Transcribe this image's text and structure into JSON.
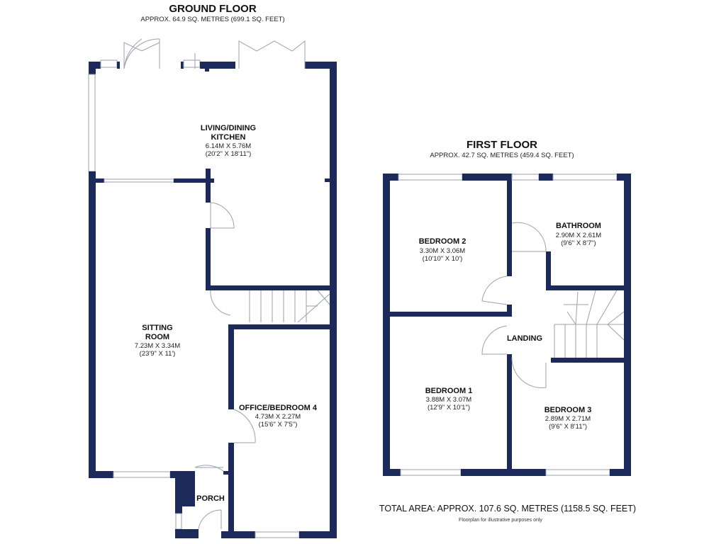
{
  "colors": {
    "wall": "#1b2a5a",
    "fixture": "#9aa0ad",
    "background": "#ffffff"
  },
  "ground_floor": {
    "title": "GROUND FLOOR",
    "area": "APPROX. 64.9 SQ. METRES (699.1 SQ. FEET)",
    "rooms": [
      {
        "name": "LIVING/DINING",
        "name2": "KITCHEN",
        "metric": "6.14M X 5.76M",
        "imperial": "(20'2\" X 18'11\")"
      },
      {
        "name": "SITTING",
        "name2": "ROOM",
        "metric": "7.23M X 3.34M",
        "imperial": "(23'9\" X 11')"
      },
      {
        "name": "OFFICE/BEDROOM 4",
        "metric": "4.73M X 2.27M",
        "imperial": "(15'6\" X 7'5\")"
      },
      {
        "name": "PORCH"
      }
    ]
  },
  "first_floor": {
    "title": "FIRST FLOOR",
    "area": "APPROX. 42.7 SQ. METRES (459.4 SQ. FEET)",
    "rooms": [
      {
        "name": "BEDROOM 2",
        "metric": "3.30M X 3.06M",
        "imperial": "(10'10\" X 10')"
      },
      {
        "name": "BATHROOM",
        "metric": "2.90M X 2.61M",
        "imperial": "(9'6\" X 8'7\")"
      },
      {
        "name": "LANDING"
      },
      {
        "name": "BEDROOM 1",
        "metric": "3.88M X 3.07M",
        "imperial": "(12'9\" X 10'1\")"
      },
      {
        "name": "BEDROOM 3",
        "metric": "2.89M X 2.71M",
        "imperial": "(9'6\" X 8'11\")"
      }
    ]
  },
  "total_area": "TOTAL AREA: APPROX. 107.6 SQ. METRES (1158.5 SQ. FEET)",
  "disclaimer": "Floorplan for illustrative purposes only"
}
